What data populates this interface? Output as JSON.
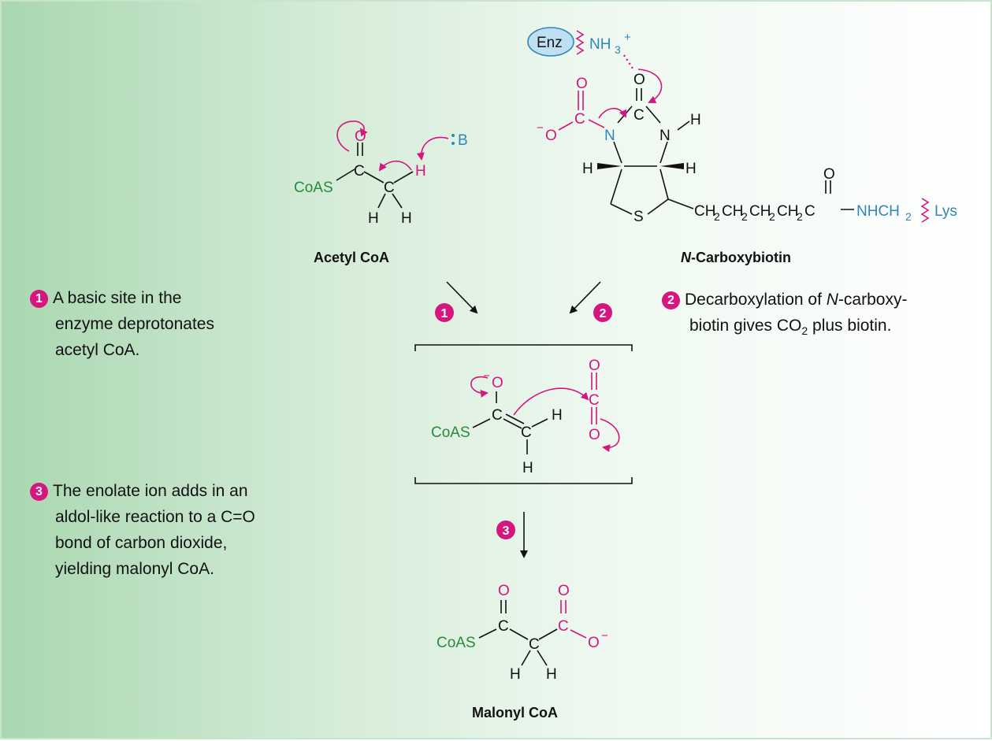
{
  "colors": {
    "pink": "#d6157e",
    "green": "#2a8a3c",
    "blue": "#2f86b8",
    "black": "#111111",
    "bg_left": "#a9d7b0",
    "enz_fill": "#bfe0f3"
  },
  "labels": {
    "acetyl_coa": "Acetyl CoA",
    "n_carboxybiotin_n": "N",
    "n_carboxybiotin_rest": "-Carboxybiotin",
    "malonyl_coa": "Malonyl CoA"
  },
  "steps": {
    "s1_num": "1",
    "s1_text": [
      "A basic site in the",
      "enzyme deprotonates",
      "acetyl CoA."
    ],
    "s2_num": "2",
    "s2_line1_a": "Decarboxylation of ",
    "s2_line1_italic": "N",
    "s2_line1_b": "-carboxy-",
    "s2_line2_a": "biotin gives CO",
    "s2_line2_sub": "2",
    "s2_line2_b": " plus biotin.",
    "s3_num": "3",
    "s3_text": [
      "The enolate ion adds in an",
      "aldol-like reaction to a C=O",
      "bond of carbon dioxide,",
      "yielding malonyl CoA."
    ]
  },
  "arrow_badges": {
    "a1": "1",
    "a2": "2",
    "a3": "3"
  },
  "atoms": {
    "O": "O",
    "C": "C",
    "H": "H",
    "N": "N",
    "S": "S",
    "B": "B",
    "CoAS": "CoAS",
    "Enz": "Enz",
    "NH3": "NH",
    "sub3": "3",
    "plus": "+",
    "minus": "−",
    "chain": "CH",
    "sub2": "2",
    "NHCH2": "—NHCH",
    "Lys": "Lys"
  }
}
